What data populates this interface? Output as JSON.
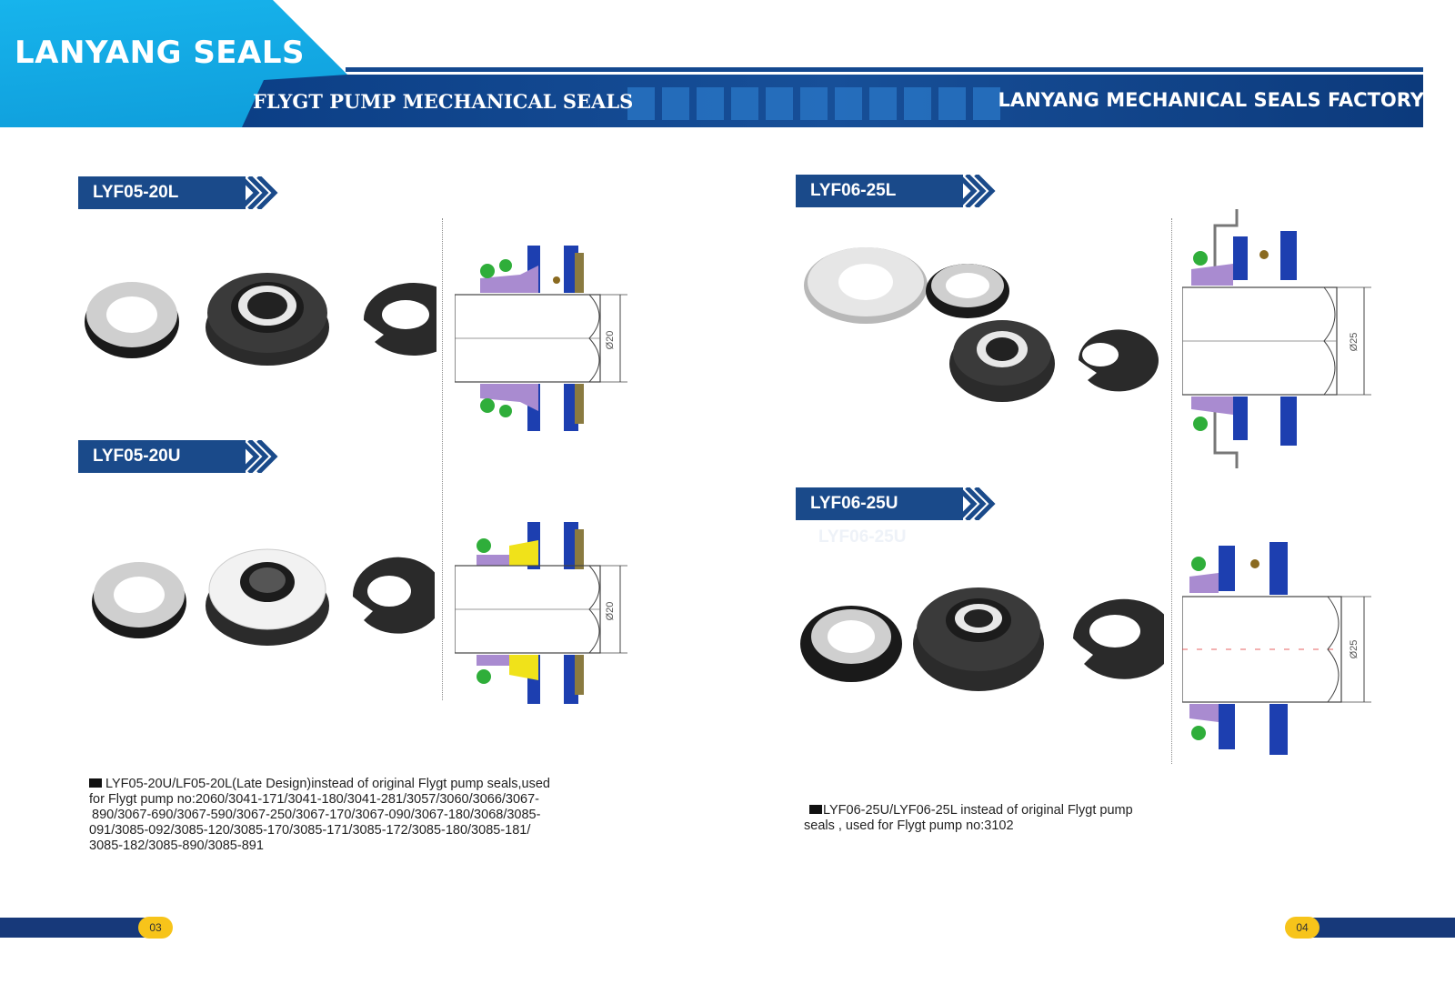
{
  "header": {
    "brand": "LANYANG SEALS",
    "category": "FLYGT PUMP MECHANICAL SEALS",
    "factory": "LANYANG MECHANICAL SEALS FACTORY"
  },
  "models": [
    {
      "label": "LYF05-20L"
    },
    {
      "label": "LYF05-20U"
    },
    {
      "label": "LYF06-25L"
    },
    {
      "label": "LYF06-25U"
    }
  ],
  "ghost_label": "LYF06-25U",
  "drawings": [
    {
      "dimension": "Ø20"
    },
    {
      "dimension": "Ø20"
    },
    {
      "dimension": "Ø25"
    },
    {
      "dimension": "Ø25"
    }
  ],
  "descriptions": {
    "left": [
      "LYF05-20U/LF05-20L(Late Design)instead of original Flygt pump seals,used",
      "for Flygt pump no:2060/3041-171/3041-180/3041-281/3057/3060/3066/3067-",
      "890/3067-690/3067-590/3067-250/3067-170/3067-090/3067-180/3068/3085-",
      "091/3085-092/3085-120/3085-170/3085-171/3085-172/3085-180/3085-181/",
      "3085-182/3085-890/3085-891"
    ],
    "right": [
      "LYF06-25U/LYF06-25L instead of original Flygt pump",
      "seals , used for Flygt pump no:3102"
    ]
  },
  "footer": {
    "page_left": "03",
    "page_right": "04"
  },
  "colors": {
    "navy": "#1a4a8a",
    "cyan": "#13a6e2",
    "yellow": "#f7c41a",
    "drawing_blue": "#1d3fb0",
    "drawing_purple": "#a98bd0",
    "drawing_green": "#2fae3a"
  }
}
